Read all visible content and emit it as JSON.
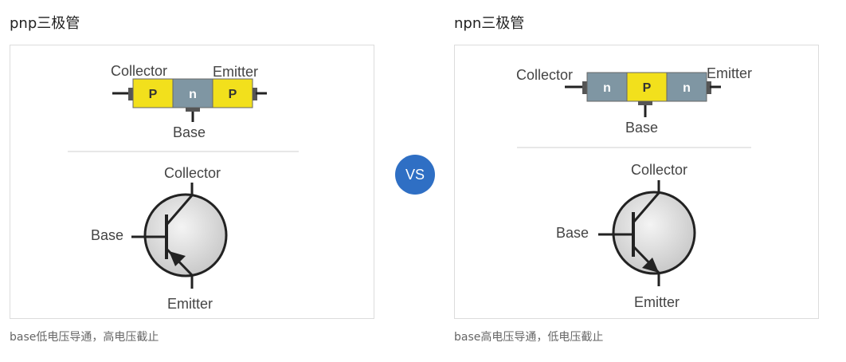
{
  "left": {
    "title": "pnp三极管",
    "caption": "base低电压导通，高电压截止",
    "block": {
      "collector": "Collector",
      "emitter": "Emitter",
      "base": "Base",
      "seg1": "P",
      "seg2": "n",
      "seg3": "P"
    },
    "symbol": {
      "collector": "Collector",
      "base": "Base",
      "emitter": "Emitter"
    }
  },
  "right": {
    "title": "npn三极管",
    "caption": "base高电压导通，低电压截止",
    "block": {
      "collector": "Collector",
      "emitter": "Emitter",
      "base": "Base",
      "seg1": "n",
      "seg2": "P",
      "seg3": "n"
    },
    "symbol": {
      "collector": "Collector",
      "base": "Base",
      "emitter": "Emitter"
    }
  },
  "vs_label": "VS",
  "colors": {
    "p_region": "#f2e01c",
    "n_region": "#7f96a3",
    "vs_badge": "#2f6fc4"
  }
}
